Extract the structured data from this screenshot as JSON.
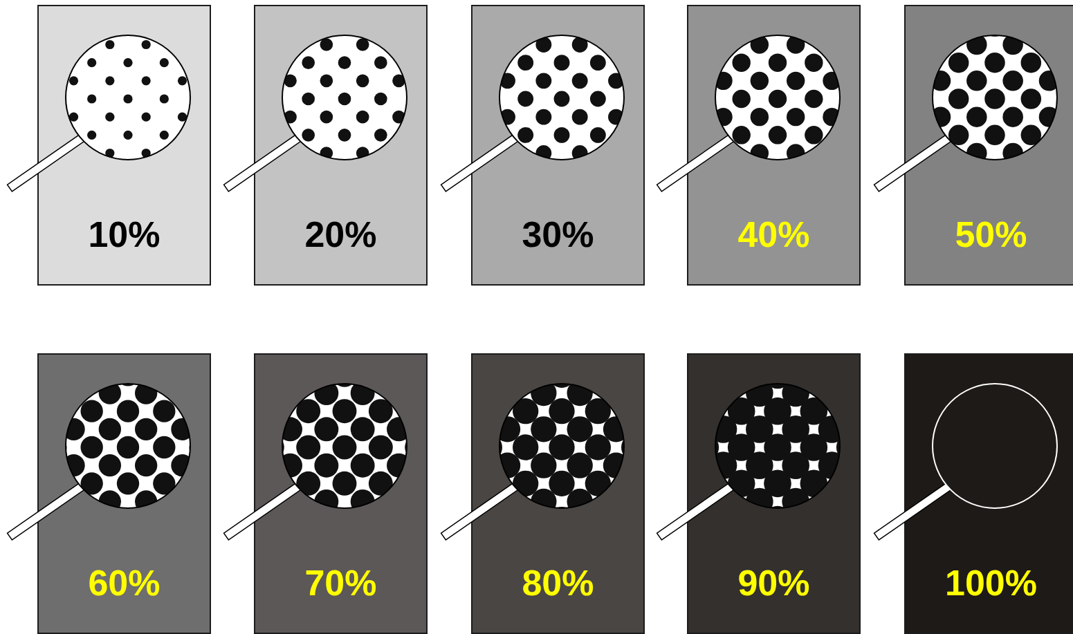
{
  "diagram": {
    "nodes": [
      {
        "text": [
          "10%"
        ]
      },
      {
        "text": [
          "20%"
        ]
      },
      {
        "text": [
          "30%"
        ]
      },
      {
        "text": [
          "40%"
        ]
      },
      {
        "text": [
          "50%"
        ]
      },
      {
        "text": [
          "60%"
        ]
      },
      {
        "text": [
          "70%"
        ]
      },
      {
        "text": [
          "80%"
        ]
      },
      {
        "text": [
          "90%"
        ]
      },
      {
        "text": [
          "100%"
        ]
      }
    ]
  }
}
